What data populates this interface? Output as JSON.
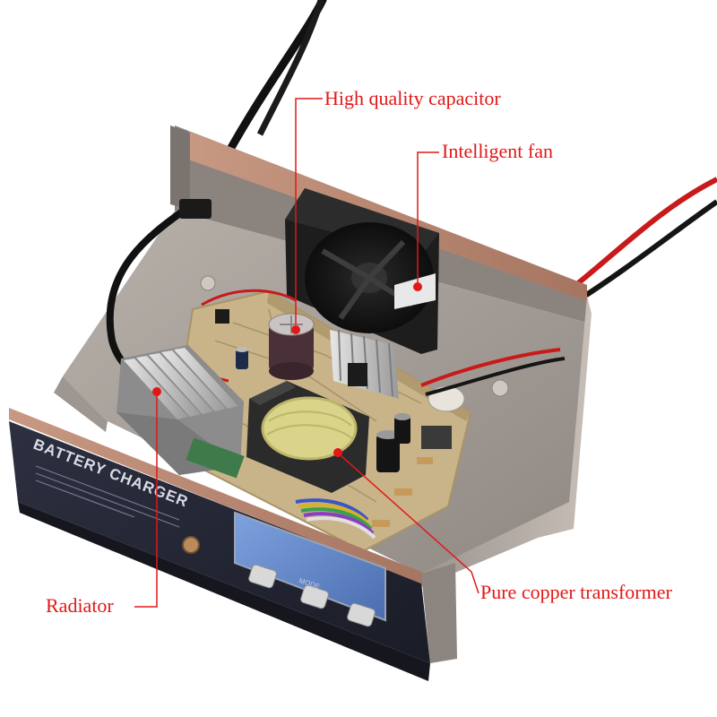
{
  "diagram": {
    "callouts": {
      "capacitor": "High quality capacitor",
      "fan": "Intelligent fan",
      "transformer": "Pure copper transformer",
      "radiator": "Radiator"
    },
    "panel": {
      "brand_text": "BATTERY CHARGER",
      "mode_button_label": "MODE"
    },
    "colors": {
      "callout": "#e11818",
      "case_metal": "#a59d96",
      "copper_trim": "#b98a72",
      "pcb": "#c9b48a",
      "front_panel": "#242634",
      "lcd": "#5f84c8"
    }
  }
}
